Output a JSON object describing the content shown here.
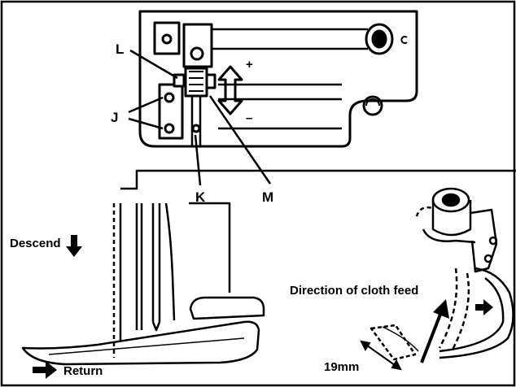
{
  "labels": {
    "L": "L",
    "J": "J",
    "K": "K",
    "M": "M",
    "plus": "+",
    "minus": "–",
    "descend": "Descend",
    "return": "Return",
    "direction": "Direction of cloth feed",
    "measure": "19mm"
  },
  "colors": {
    "ink": "#000000",
    "paper": "#ffffff"
  }
}
